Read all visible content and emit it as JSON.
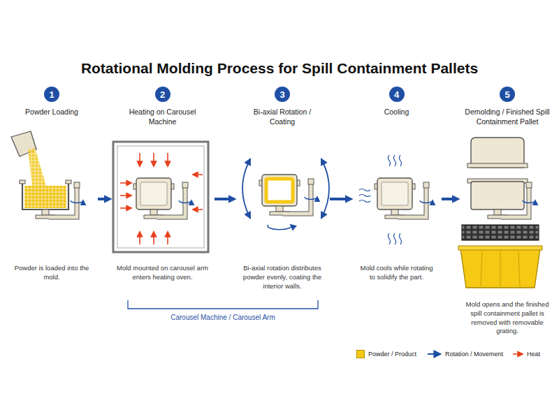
{
  "diagram": {
    "title": "Rotational Molding Process for Spill Containment Pallets",
    "nodes": [
      {
        "text": [
          "Powder Loading",
          "Powder is loaded into the mold."
        ]
      },
      {
        "text": [
          "1"
        ],
        "in": 0
      },
      {
        "text": [
          "Heating on Carousel Machine",
          "Mold mounted on carousel arm enters heating oven."
        ]
      },
      {
        "text": [
          "2"
        ],
        "in": 2
      },
      {
        "text": [
          "Bi-axial Rotation / Coating",
          "Bi-axial rotation distributes powder evenly, coating the interior walls."
        ]
      },
      {
        "text": [
          "3"
        ],
        "in": 4
      },
      {
        "text": [
          "Cooling",
          "Mold cools while rotating to solidify the part."
        ]
      },
      {
        "text": [
          "4"
        ],
        "in": 6
      },
      {
        "text": [
          "Demolding / Finished Spill Containment Pallet",
          "Mold opens and the finished spill containment pallet is removed with removable grating."
        ]
      },
      {
        "text": [
          "5"
        ],
        "in": 8
      }
    ],
    "edges": [
      {
        "from": 0,
        "to": 2,
        "arrow": "to"
      },
      {
        "from": 2,
        "to": 4,
        "arrow": "to"
      },
      {
        "from": 4,
        "to": 6,
        "arrow": "to"
      },
      {
        "from": 6,
        "to": 8,
        "arrow": "to"
      }
    ],
    "labels": [
      "Carousel Machine / Carousel Arm"
    ],
    "legend": [
      {
        "text": "Powder / Product",
        "color": "#f6c915"
      },
      {
        "text": "Rotation / Movement"
      },
      {
        "text": "Heat"
      }
    ]
  }
}
